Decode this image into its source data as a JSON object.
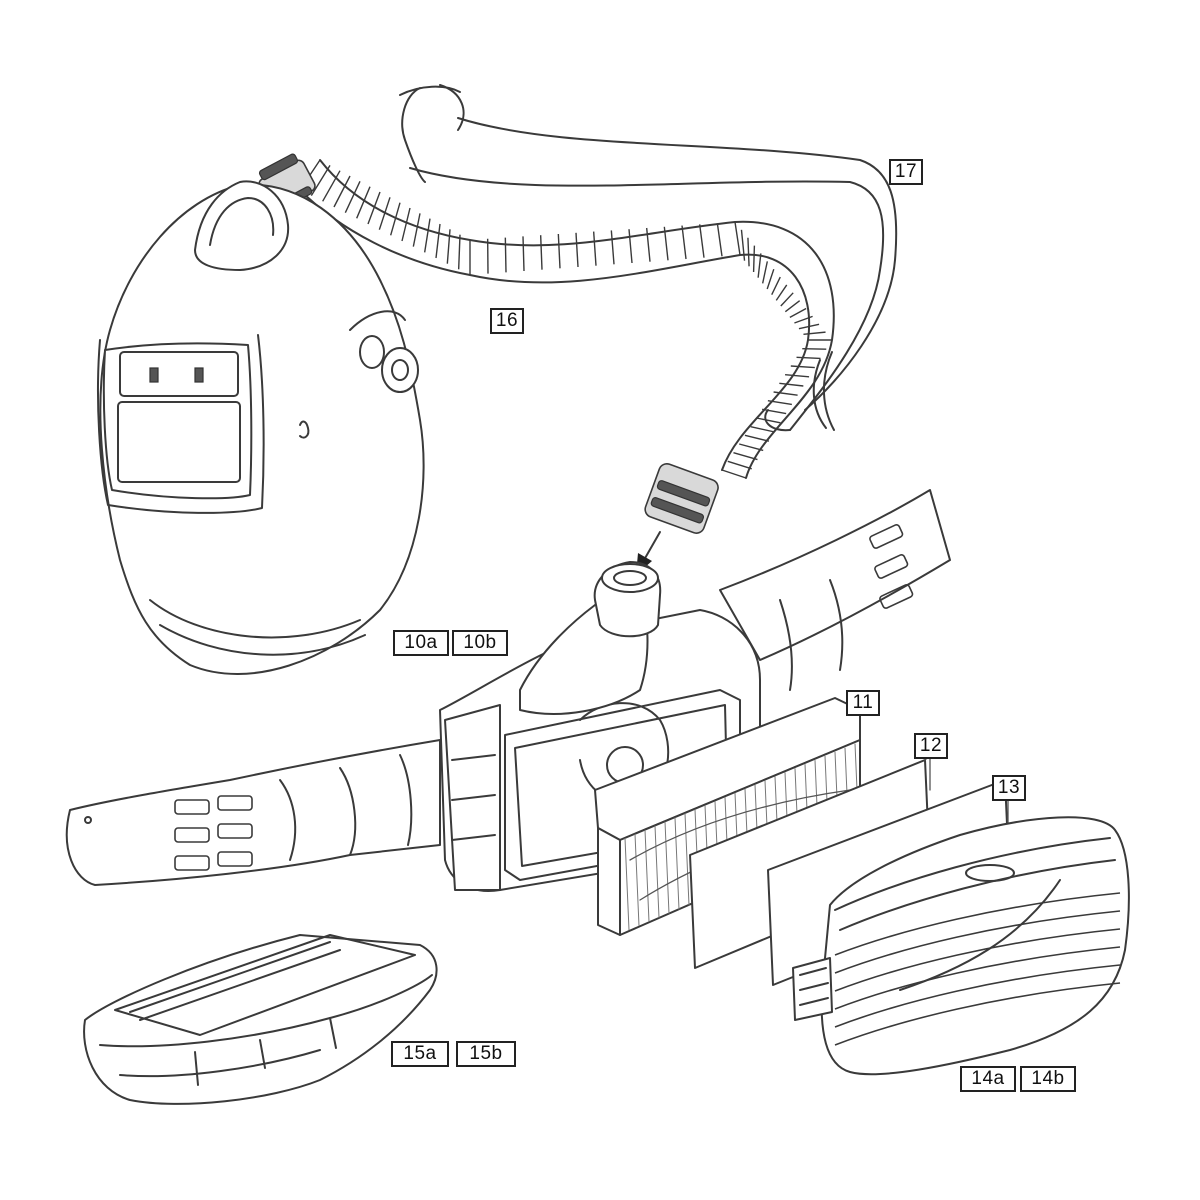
{
  "labels": {
    "l10a": "10a",
    "l10b": "10b",
    "l11": "11",
    "l12": "12",
    "l13": "13",
    "l14a": "14a",
    "l14b": "14b",
    "l15a": "15a",
    "l15b": "15b",
    "l16": "16",
    "l17": "17"
  },
  "colors": {
    "line": "#3a3a3a",
    "label_border": "#222222",
    "background": "#ffffff"
  }
}
